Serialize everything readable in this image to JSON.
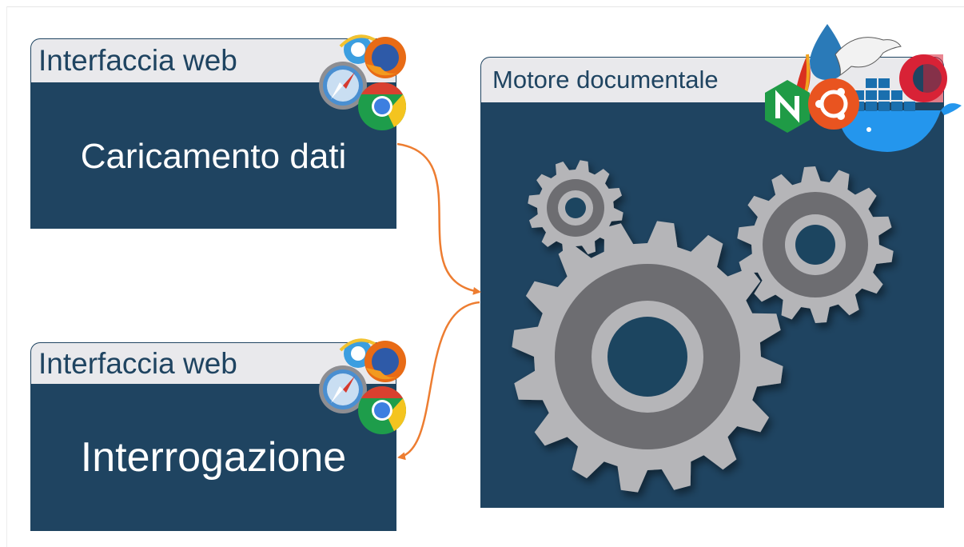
{
  "upload_box": {
    "tab_label": "Interfaccia web",
    "title": "Caricamento dati",
    "icons": [
      "safari-icon",
      "internet-explorer-icon",
      "firefox-icon",
      "chrome-icon"
    ]
  },
  "query_box": {
    "tab_label": "Interfaccia web",
    "title": "Interrogazione",
    "icons": [
      "safari-icon",
      "internet-explorer-icon",
      "firefox-icon",
      "chrome-icon"
    ]
  },
  "engine_box": {
    "tab_label": "Motore documentale",
    "icons": [
      "drupal-icon",
      "apache-feather-icon",
      "mysql-dolphin-icon",
      "nginx-icon",
      "ubuntu-icon",
      "docker-icon",
      "debian-icon"
    ],
    "illustration": "gears-icon"
  },
  "colors": {
    "panel": "#1f4461",
    "tab_background": "#e9e9ec",
    "arrow": "#ed7d31",
    "gear_light": "#b5b5b8",
    "gear_dark": "#6d6d71"
  }
}
